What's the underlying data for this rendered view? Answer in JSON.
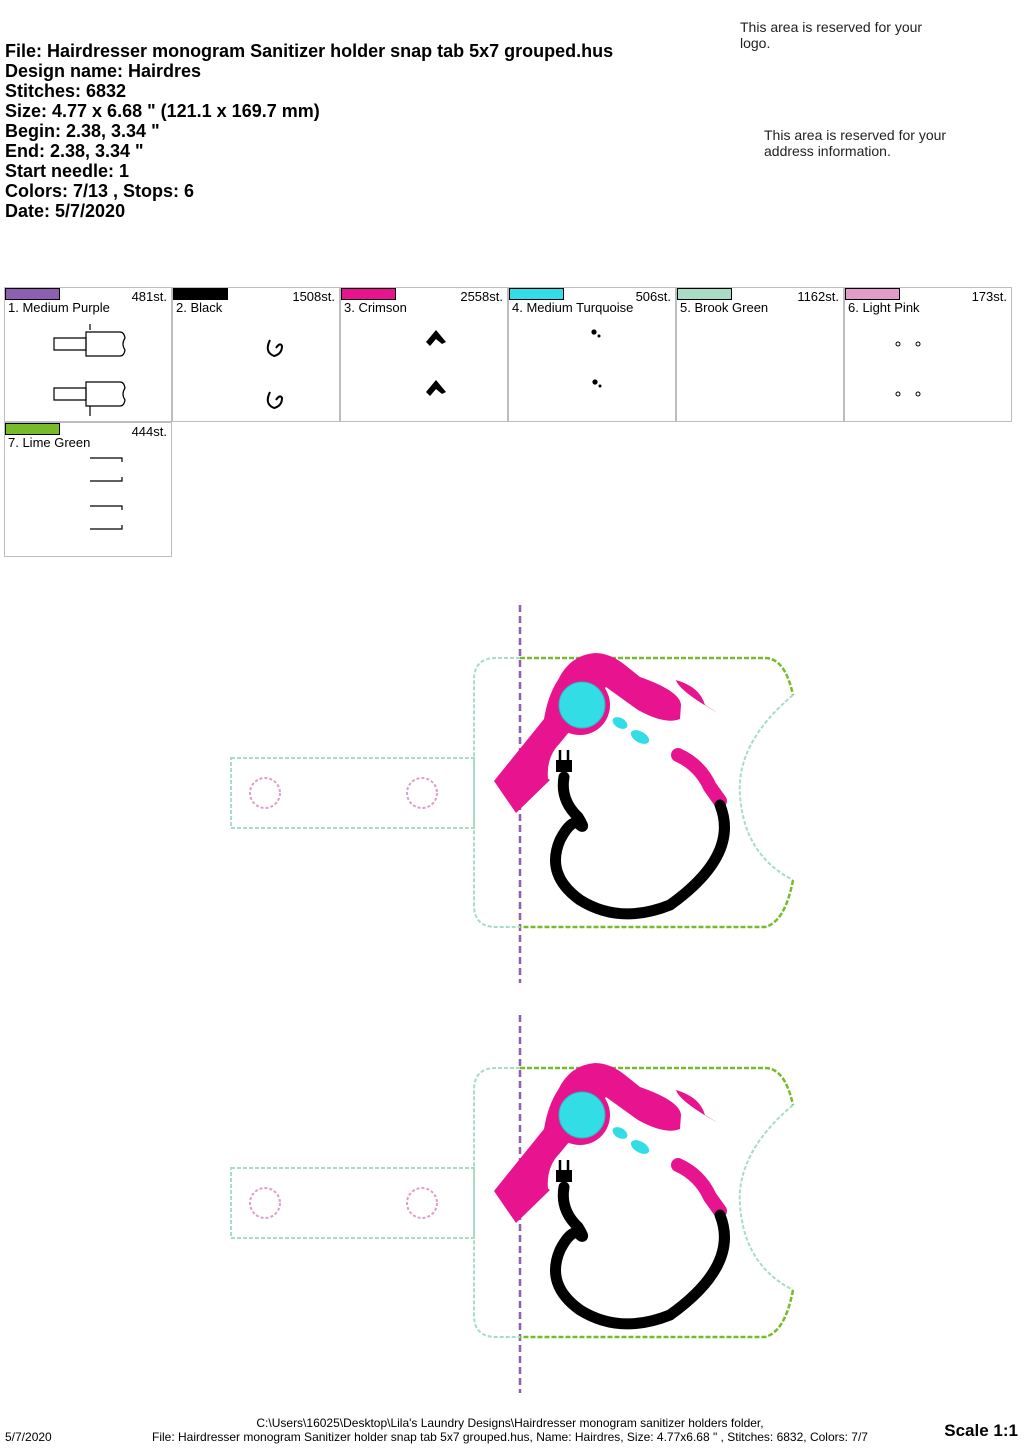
{
  "info": {
    "file": "File: Hairdresser monogram Sanitizer holder snap tab 5x7 grouped.hus",
    "design_name": "Design name: Hairdres",
    "stitches": "Stitches: 6832",
    "size": "Size: 4.77 x 6.68 \" (121.1 x 169.7 mm)",
    "begin": "Begin: 2.38, 3.34 \"",
    "end": "End: 2.38, 3.34 \"",
    "start_needle": "Start needle: 1",
    "colors": "Colors: 7/13 , Stops: 6",
    "date": "Date: 5/7/2020"
  },
  "notes": {
    "logo": "This area is reserved for your logo.",
    "address": "This area is reserved for your address information."
  },
  "colors": [
    {
      "label": "1. Medium Purple",
      "stitches": "481st.",
      "hex": "#8e5fb0",
      "preview": "tab-outline"
    },
    {
      "label": "2. Black",
      "stitches": "1508st.",
      "hex": "#000000",
      "preview": "cord"
    },
    {
      "label": "3. Crimson",
      "stitches": "2558st.",
      "hex": "#e8138f",
      "preview": "dryer"
    },
    {
      "label": "4. Medium Turquoise",
      "stitches": "506st.",
      "hex": "#33dde6",
      "preview": "dots"
    },
    {
      "label": "5. Brook Green",
      "stitches": "1162st.",
      "hex": "#a8dcc4",
      "preview": "tab-outline"
    },
    {
      "label": "6. Light Pink",
      "stitches": "173st.",
      "hex": "#e29cc8",
      "preview": "circles"
    },
    {
      "label": "7. Lime Green",
      "stitches": "444st.",
      "hex": "#76bb2a",
      "preview": "brackets"
    }
  ],
  "footer": {
    "date": "5/7/2020",
    "path": "C:\\Users\\16025\\Desktop\\Lila's Laundry Designs\\Hairdresser monogram sanitizer holders folder,",
    "details": "File: Hairdresser monogram Sanitizer holder snap tab 5x7 grouped.hus, Name: Hairdres, Size: 4.77x6.68 \" , Stitches: 6832, Colors: 7/7",
    "scale": "Scale 1:1"
  }
}
